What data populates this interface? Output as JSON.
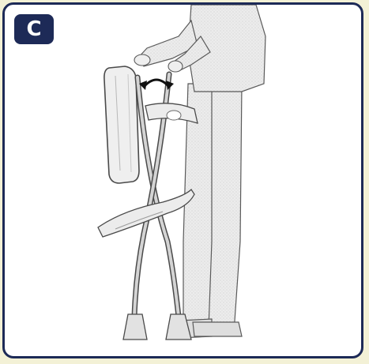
{
  "step": {
    "label": "C"
  },
  "colors": {
    "frame_border": "#1d2a57",
    "badge_background": "#1d2a57",
    "badge_text": "#ffffff",
    "page_background": "#f3f1d6",
    "drawing_fill": "#e9e9e9",
    "drawing_stroke": "#4a4a4a"
  },
  "illustration": {
    "subject": "person-folding-ironing-board-stand",
    "motion_indicator": "double-headed-curved-arrow"
  }
}
